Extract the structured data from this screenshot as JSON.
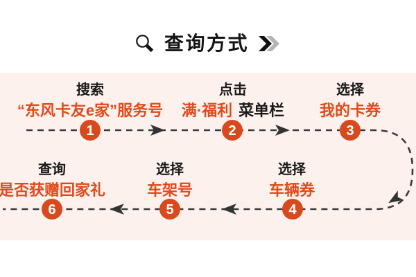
{
  "header": {
    "title": "查询方式",
    "left_icon": "magnifier-icon",
    "right_icon": "double-chevron-icon"
  },
  "colors": {
    "accent_orange_text": "#e04a1a",
    "accent_orange_badge": "#d8491e",
    "panel_background": "#fcf1ed",
    "flow_line": "#3a3a3a",
    "heading_text": "#141414",
    "chevron_gray": "#b5b5b5"
  },
  "flow": {
    "steps": [
      {
        "num": "1",
        "action": "搜索",
        "target": "“东风卡友e家”服务号",
        "suffix": ""
      },
      {
        "num": "2",
        "action": "点击",
        "target": "满·福利",
        "suffix": "菜单栏"
      },
      {
        "num": "3",
        "action": "选择",
        "target": "我的卡券",
        "suffix": ""
      },
      {
        "num": "4",
        "action": "选择",
        "target": "车辆券",
        "suffix": ""
      },
      {
        "num": "5",
        "action": "选择",
        "target": "车架号",
        "suffix": ""
      },
      {
        "num": "6",
        "action": "查询",
        "target": "是否获赠回家礼",
        "suffix": ""
      }
    ]
  }
}
